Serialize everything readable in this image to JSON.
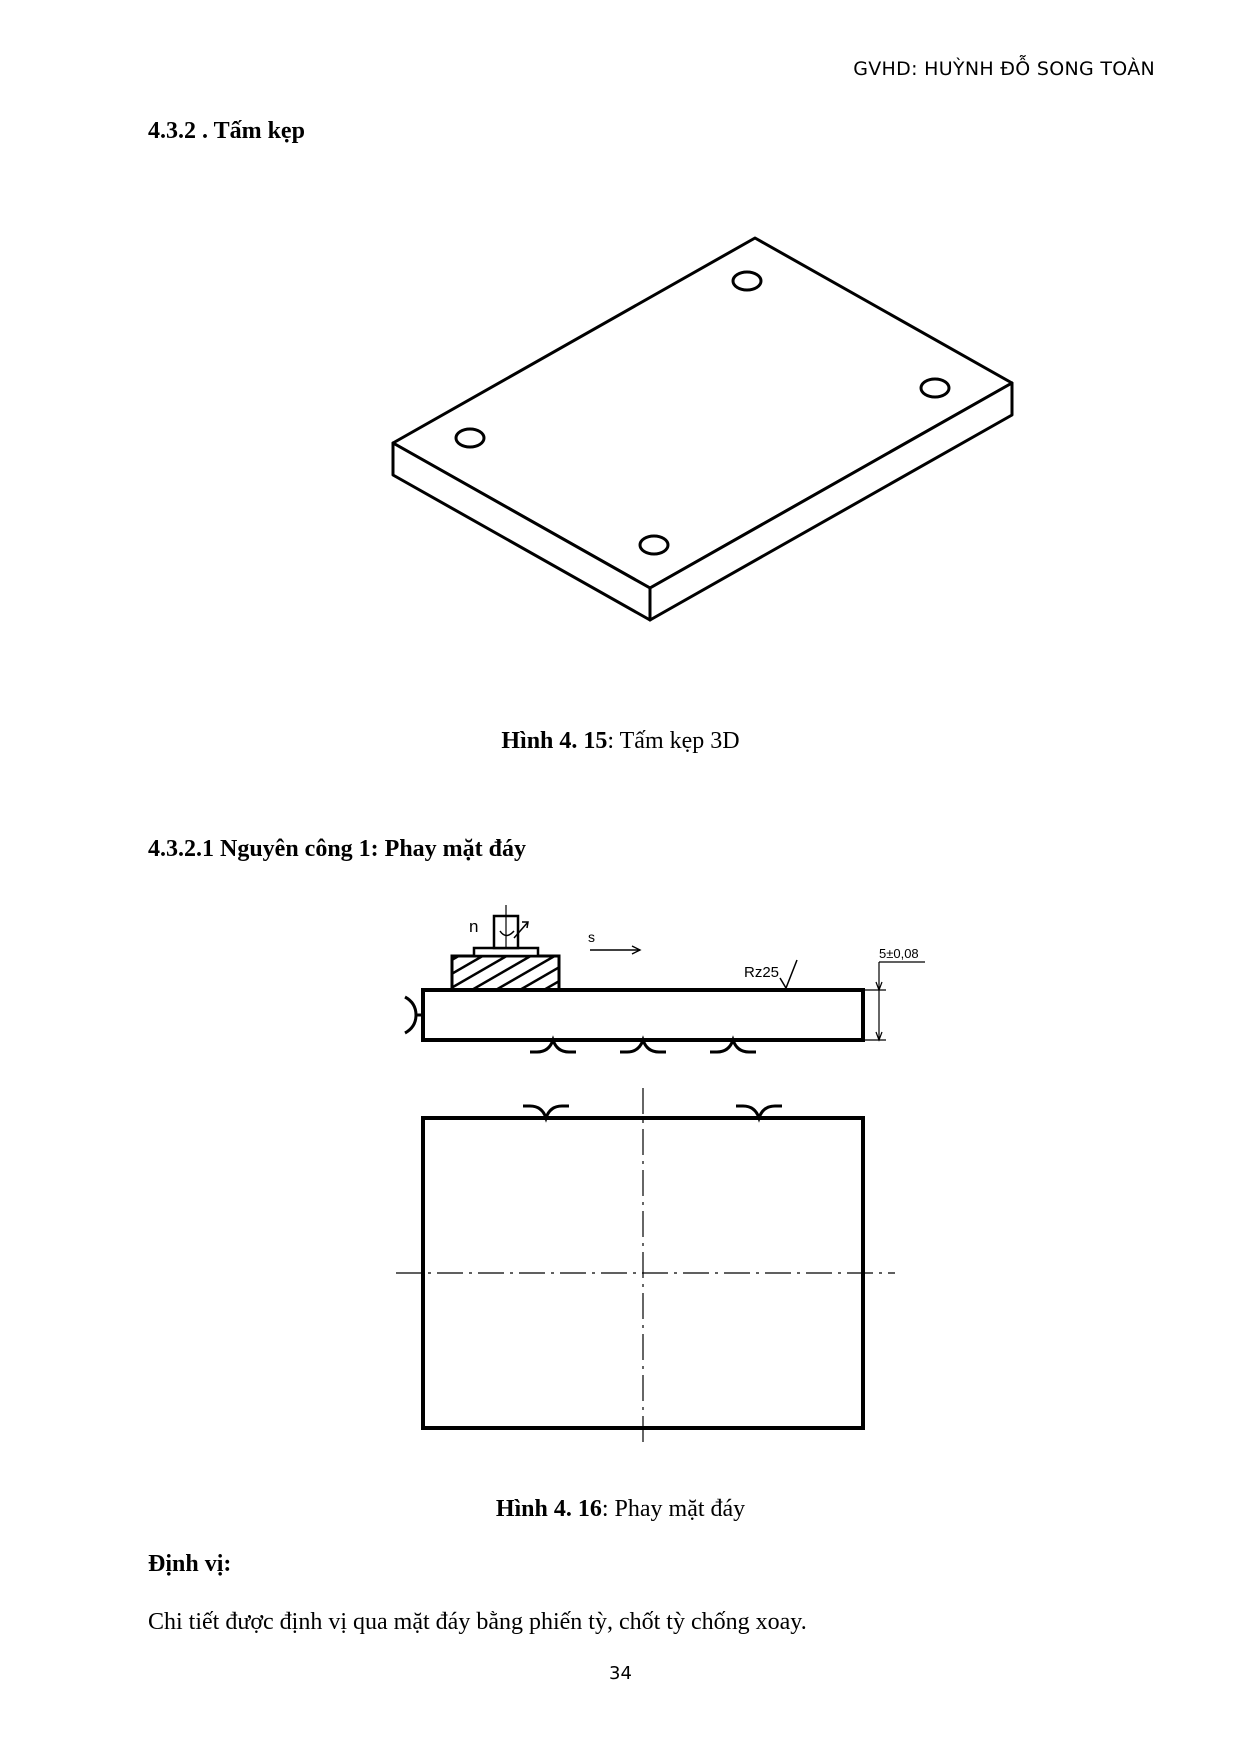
{
  "header": {
    "text": "GVHD: HUỲNH ĐỖ SONG TOÀN"
  },
  "section_title": "4.3.2 . Tấm kẹp",
  "figure1": {
    "label": "Hình 4. 15",
    "text": ": Tấm kẹp 3D"
  },
  "subsection_title": "4.3.2.1 Nguyên công 1: Phay mặt đáy",
  "figure2": {
    "label": "Hình 4. 16",
    "text": ": Phay mặt đáy",
    "annotations": {
      "n": "n",
      "s": "s",
      "roughness": "Rz25",
      "dimension": "5±0,08"
    }
  },
  "positioning": {
    "heading": "Định vị:",
    "body": "Chi tiết được định vị qua mặt đáy bằng phiến tỳ, chốt tỳ chống xoay."
  },
  "page_number": "34"
}
